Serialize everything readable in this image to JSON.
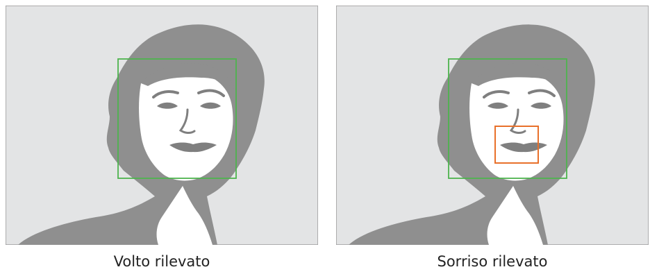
{
  "colors": {
    "background": "#e3e4e5",
    "frame": "#9a9a9a",
    "silhouette": "#8f8f8f",
    "face": "#ffffff",
    "features": "#7f7f7f",
    "face_box": "#4db34d",
    "smile_box": "#e8702a"
  },
  "panels": [
    {
      "caption": "Volto rilevato",
      "detection": "face"
    },
    {
      "caption": "Sorriso rilevato",
      "detection": "face+smile"
    }
  ]
}
